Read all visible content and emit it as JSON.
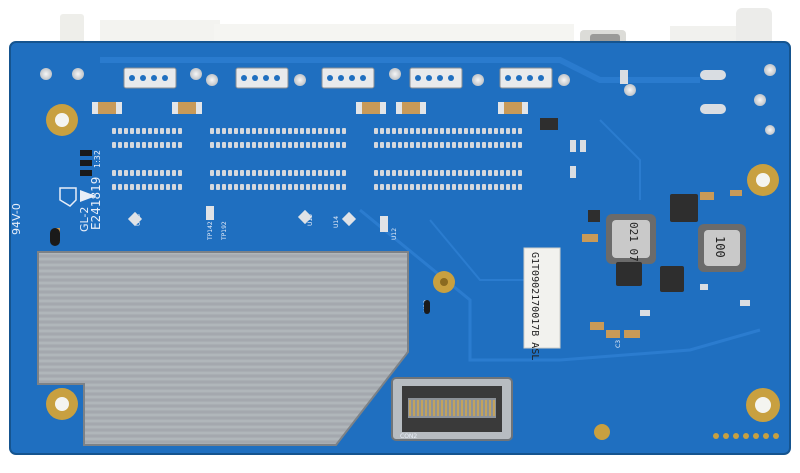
{
  "photo": {
    "subject": "pcb-underside",
    "colors": {
      "board": "#1f6fc0",
      "board_dark": "#185ea6",
      "shield": "#a9aeb3",
      "gold": "#c8a040",
      "solder": "#d9dde2",
      "silkscreen": "#e8eef8",
      "label": "#f2f2ee"
    }
  },
  "board": {
    "markings": {
      "ul_number": "E241819",
      "grade": "94V-0",
      "vendor": "GL-2",
      "date": "1:32"
    },
    "sticker": {
      "serial": "G1T0902170017B ASL"
    },
    "inductors": {
      "left": "021 07",
      "right": "100"
    },
    "designators": {
      "u18": "U18",
      "u15": "U15",
      "u14": "U14",
      "u12": "U12",
      "tp1": "TP142",
      "tp2": "TP192",
      "con2": "CON2",
      "r1": "H19",
      "c1": "C3"
    }
  }
}
